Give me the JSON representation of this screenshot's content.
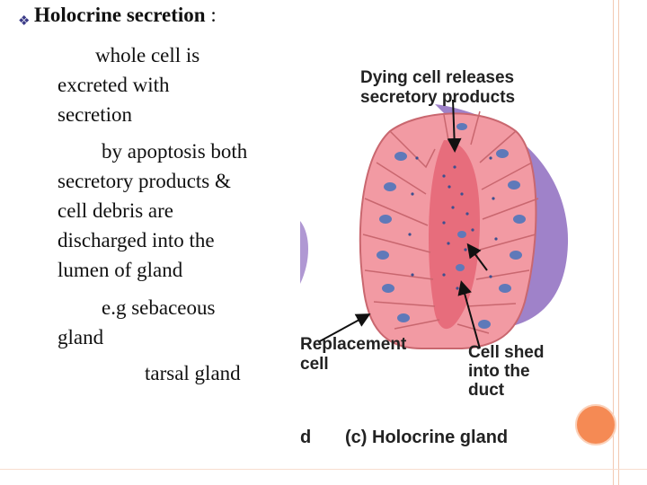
{
  "slide": {
    "bullet_glyph": "❖",
    "heading_term": "Holocrine secretion",
    "heading_colon": ":",
    "lines": [
      "whole cell is",
      "excreted with",
      "secretion",
      "by apoptosis both",
      "secretory products &",
      "cell debris are",
      "discharged into the",
      "lumen of gland",
      "e.g sebaceous",
      "gland",
      "tarsal gland"
    ]
  },
  "figure": {
    "label_top_1": "Dying cell releases",
    "label_top_2": "secretory products",
    "label_replacement_1": "Replacement",
    "label_replacement_2": "cell",
    "label_shed_1": "Cell shed",
    "label_shed_2": "into the",
    "label_shed_3": "duct",
    "label_fragment": "d",
    "caption": "(c) Holocrine gland"
  },
  "colors": {
    "frame": "#f3c9b2",
    "accent_dot": "#f58a54",
    "cell_pink": "#f29aa3",
    "cell_outline": "#c9676f",
    "nucleus": "#5f79b9",
    "capsule": "#8e6cc0"
  }
}
